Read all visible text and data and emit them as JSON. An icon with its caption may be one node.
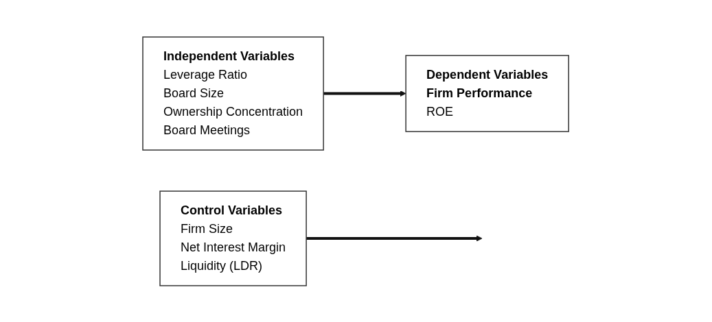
{
  "diagram": {
    "nodes": [
      {
        "text": [
          "Independent Variables",
          "Leverage Ratio",
          "Board Size",
          "Ownership Concentration",
          "Board Meetings"
        ]
      },
      {
        "text": [
          "Dependent Variables",
          "Firm Performance",
          "ROE"
        ]
      },
      {
        "text": [
          "Control Variables",
          "Firm Size",
          "Net Interest Margin",
          "Liquidity (LDR)"
        ]
      }
    ],
    "edges": [
      {
        "from": 0,
        "to": 1,
        "arrow": "to"
      },
      {
        "from": 2,
        "to": null,
        "arrow": "to"
      }
    ]
  }
}
